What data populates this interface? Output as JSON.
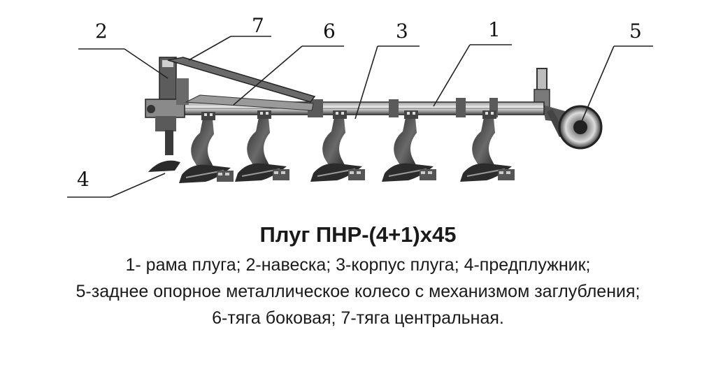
{
  "labels": {
    "frame": "1",
    "hitch": "2",
    "body": "3",
    "skimmer": "4",
    "wheel": "5",
    "side_link": "6",
    "central_link": "7"
  },
  "caption": {
    "title": "Плуг ПНР-(4+1)х45",
    "line1": "1- рама плуга; 2-навеска; 3-корпус плуга; 4-предплужник;",
    "line2": "5-заднее опорное металлическое колесо с механизмом заглубления;",
    "line3": "6-тяга боковая; 7-тяга центральная."
  },
  "colors": {
    "metal_dark": "#3a3a3a",
    "metal_mid": "#6e6e6e",
    "metal_light": "#bdbdbd",
    "background": "#ffffff"
  }
}
